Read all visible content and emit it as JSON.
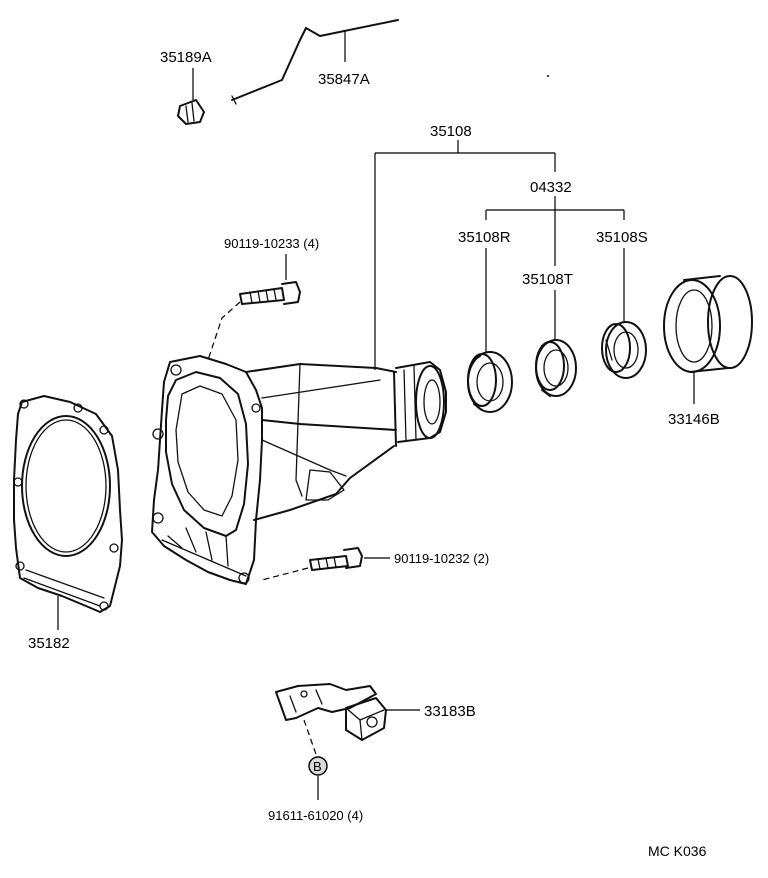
{
  "labels": {
    "p35189A": "35189A",
    "p35847A": "35847A",
    "p35108": "35108",
    "p04332": "04332",
    "p35108R": "35108R",
    "p35108S": "35108S",
    "p35108T": "35108T",
    "p33146B": "33146B",
    "p90119_10233": "90119-10233 (4)",
    "p90119_10232": "90119-10232 (2)",
    "p35182": "35182",
    "p33183B": "33183B",
    "p91611_61020": "91611-61020 (4)",
    "marker_b": "B"
  },
  "footer": {
    "code": "MC  K036"
  }
}
